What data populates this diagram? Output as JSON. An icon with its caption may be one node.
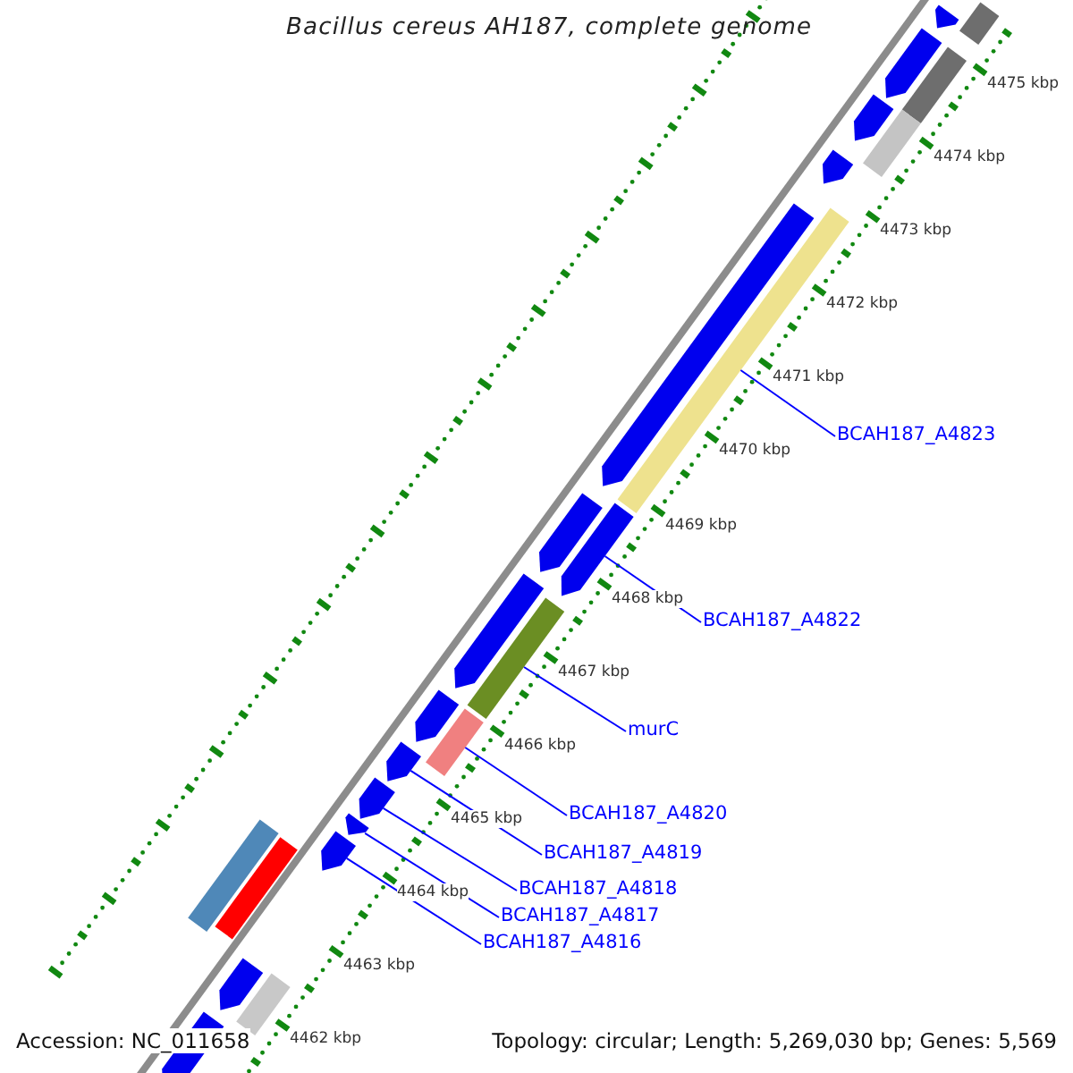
{
  "diagram": {
    "title": "Bacillus cereus AH187, complete genome",
    "nodes": [
      {
        "text": [
          "BCAH187_A4823"
        ]
      },
      {
        "text": [
          "BCAH187_A4822"
        ]
      },
      {
        "text": [
          "murC"
        ]
      },
      {
        "text": [
          "BCAH187_A4820"
        ]
      },
      {
        "text": [
          "BCAH187_A4819"
        ]
      },
      {
        "text": [
          "BCAH187_A4818"
        ]
      },
      {
        "text": [
          "BCAH187_A4817"
        ]
      },
      {
        "text": [
          "BCAH187_A4816"
        ]
      },
      {
        "text": [],
        "shape": "arrow"
      },
      {
        "text": [],
        "shape": "bar"
      },
      {
        "text": [],
        "shape": "arrow"
      },
      {
        "text": [],
        "shape": "bar"
      },
      {
        "text": [],
        "shape": "arrow"
      },
      {
        "text": [],
        "shape": "bar"
      },
      {
        "text": [],
        "shape": "arrow"
      },
      {
        "text": [],
        "shape": "bar"
      },
      {
        "text": [],
        "shape": "arrow"
      },
      {
        "text": [],
        "shape": "arrow"
      },
      {
        "text": [],
        "shape": "arrow"
      },
      {
        "text": [],
        "shape": "arrow"
      },
      {
        "text": [],
        "shape": "bar"
      },
      {
        "text": [],
        "shape": "arrow"
      },
      {
        "text": [],
        "shape": "bar"
      },
      {
        "text": [],
        "shape": "arrow"
      },
      {
        "text": [],
        "shape": "arrow"
      },
      {
        "text": [],
        "shape": "arrow"
      },
      {
        "text": [],
        "shape": "arrow"
      },
      {
        "text": [],
        "shape": "bar"
      },
      {
        "text": [],
        "shape": "bar"
      },
      {
        "text": [],
        "shape": "bar"
      },
      {
        "text": [],
        "shape": "arrow"
      },
      {
        "text": [],
        "shape": "arrow"
      }
    ],
    "edges": [
      {
        "from": 0,
        "to": 15,
        "arrow": "none"
      },
      {
        "from": 1,
        "to": 17,
        "arrow": "none"
      },
      {
        "from": 2,
        "to": 20,
        "arrow": "none"
      },
      {
        "from": 3,
        "to": 22,
        "arrow": "none"
      },
      {
        "from": 4,
        "to": 23,
        "arrow": "none"
      },
      {
        "from": 5,
        "to": 24,
        "arrow": "none"
      },
      {
        "from": 6,
        "to": 25,
        "arrow": "none"
      },
      {
        "from": 7,
        "to": 26,
        "arrow": "none"
      }
    ],
    "labels": [
      "4475 kbp",
      "4474 kbp",
      "4473 kbp",
      "4472 kbp",
      "4471 kbp",
      "4470 kbp",
      "4469 kbp",
      "4468 kbp",
      "4467 kbp",
      "4466 kbp",
      "4465 kbp",
      "4464 kbp",
      "4463 kbp",
      "4462 kbp",
      "Accession: NC_011658",
      "Topology: circular; Length: 5,269,030 bp; Genes: 5,569"
    ]
  }
}
